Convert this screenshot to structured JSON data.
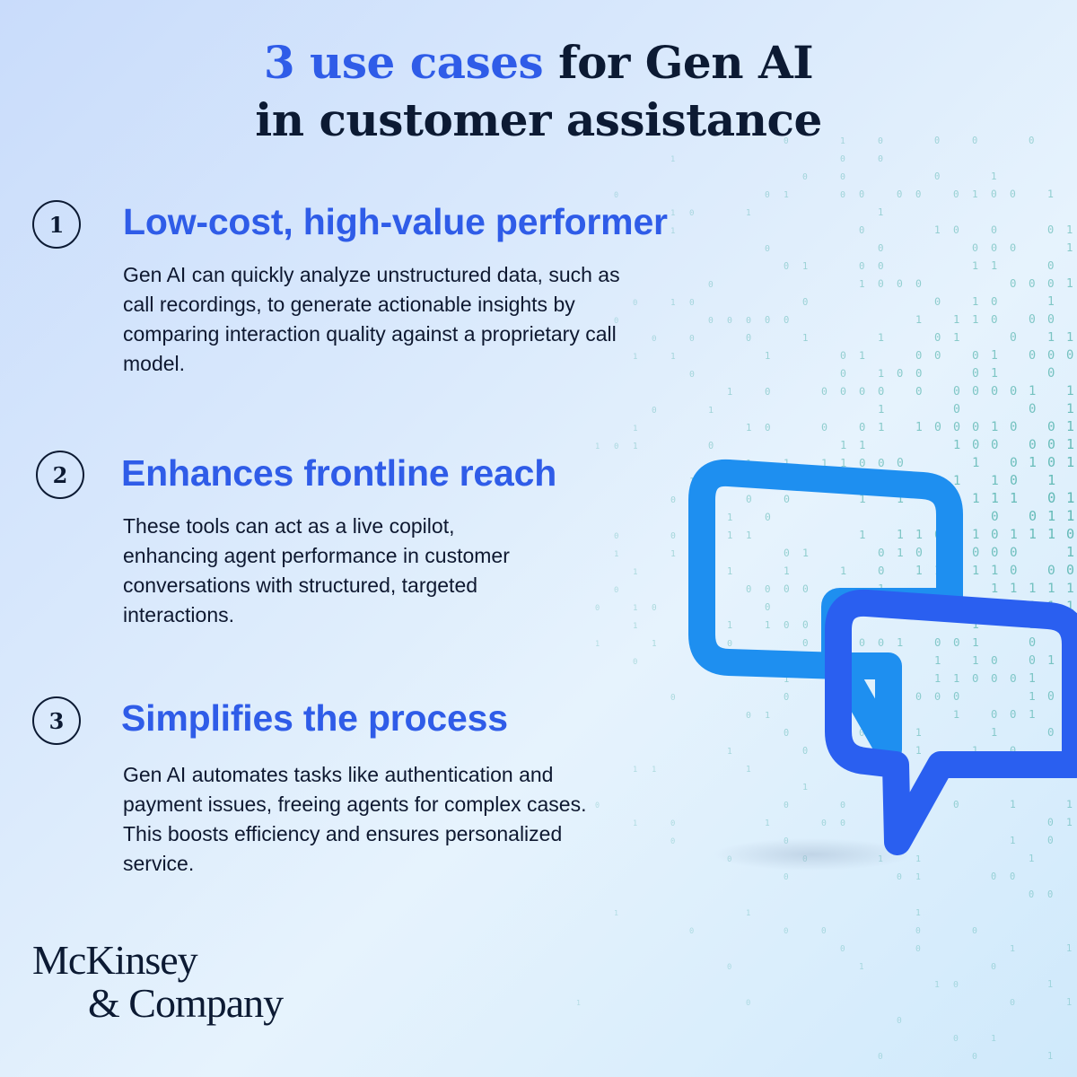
{
  "title": {
    "accent": "3 use cases",
    "rest_line1": " for Gen AI",
    "line2": "in customer assistance"
  },
  "items": [
    {
      "number": "1",
      "heading": "Low-cost, high-value performer",
      "body": "Gen AI can quickly analyze unstructured data, such as call recordings, to generate actionable insights by comparing interaction quality against a proprietary call model."
    },
    {
      "number": "2",
      "heading": "Enhances frontline reach",
      "body": "These tools can act as a live copilot, enhancing agent performance in customer conversations with structured, targeted interactions."
    },
    {
      "number": "3",
      "heading": "Simplifies the process",
      "body": "Gen AI automates tasks like authentication and payment issues, freeing agents for complex cases. This boosts efficiency and ensures personalized service."
    }
  ],
  "logo": {
    "line1": "McKinsey",
    "line2": "& Company"
  },
  "colors": {
    "accent": "#2f5ce8",
    "text": "#0c1a33",
    "bubble_back": "#1e8ff0",
    "bubble_front": "#2a5ff0",
    "binary": "#3aa9a0"
  },
  "icons": [
    "chat-bubbles-icon"
  ]
}
